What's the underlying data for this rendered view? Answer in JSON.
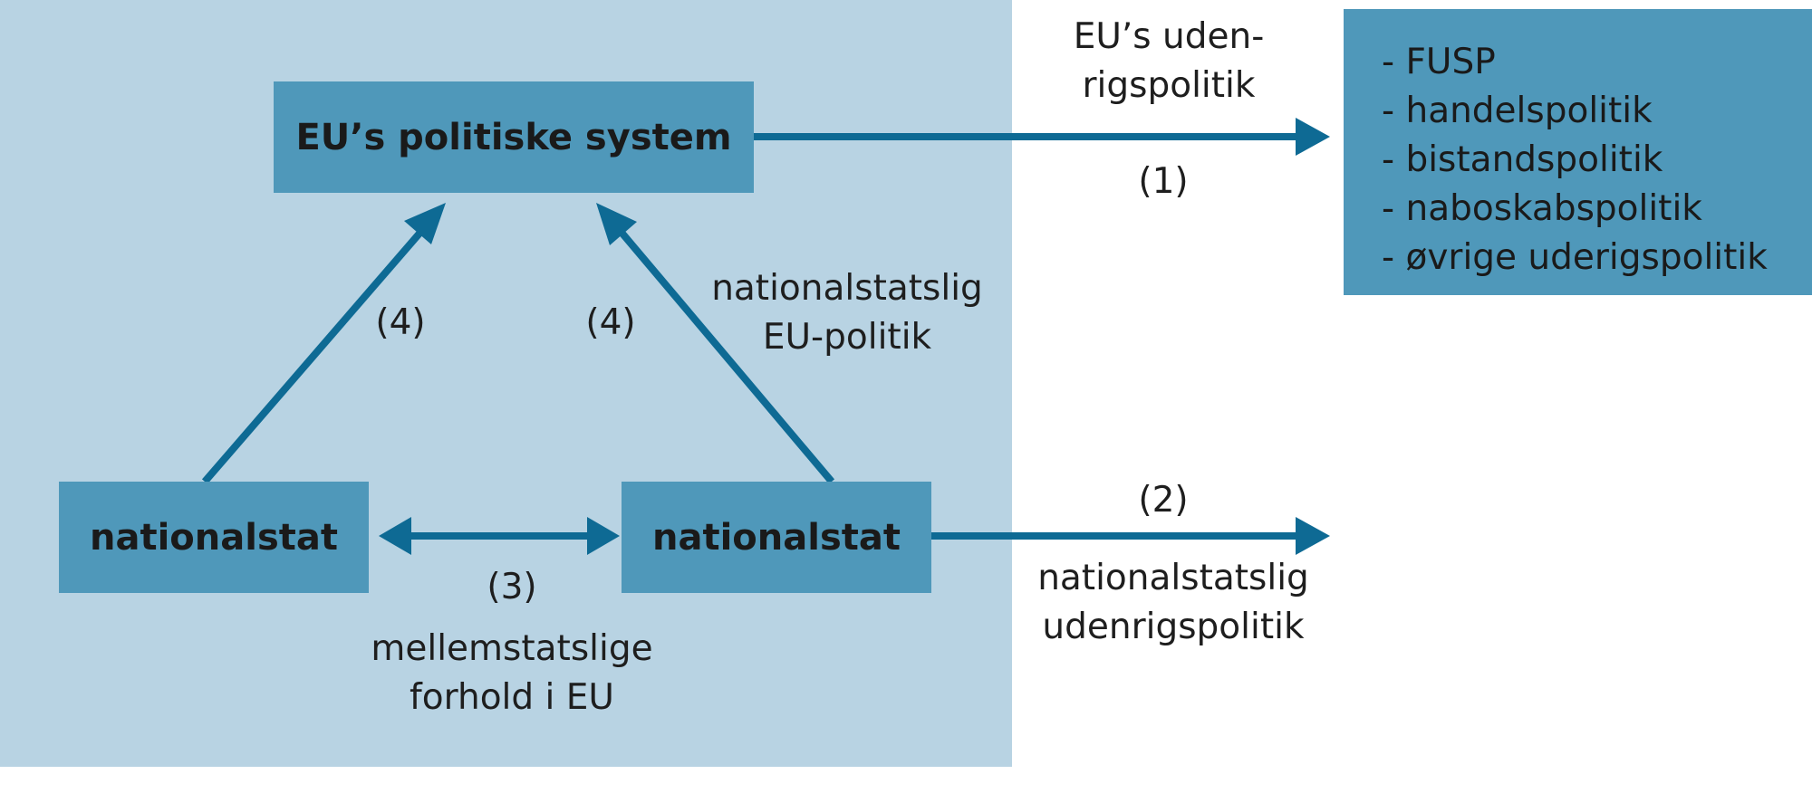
{
  "diagram": {
    "colors": {
      "region": "#b8d3e3",
      "box": "#4f98ba",
      "arrow": "#0e6a94"
    },
    "nodes": {
      "eu_system": "EU’s politiske system",
      "nationalstat_left": "nationalstat",
      "nationalstat_right": "nationalstat",
      "policy_list": [
        "- FUSP",
        "- handelspolitik",
        "- bistandspolitik",
        "- naboskabspolitik",
        "- øvrige uderigspolitik"
      ]
    },
    "edge_labels": {
      "eu_foreign_line1": "EU’s uden-",
      "eu_foreign_line2": "rigspolitik",
      "num_1": "(1)",
      "num_2": "(2)",
      "national_foreign_line1": "nationalstatslig",
      "national_foreign_line2": "udenrigspolitik",
      "num_3": "(3)",
      "intergov_line1": "mellemstatslige",
      "intergov_line2": "forhold i EU",
      "num_4_left": "(4)",
      "num_4_right": "(4)",
      "national_eu_line1": "nationalstatslig",
      "national_eu_line2": "EU-politik"
    }
  }
}
